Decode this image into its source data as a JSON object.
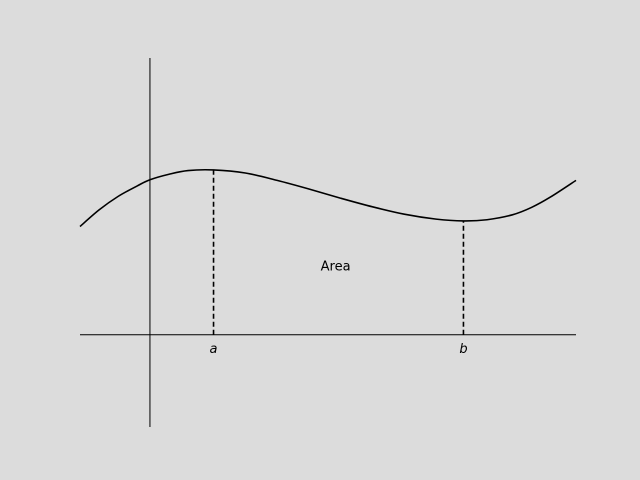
{
  "chart_data": {
    "type": "line",
    "title": "",
    "xlabel": "",
    "ylabel": "",
    "xlim": [
      -1.1,
      6.7
    ],
    "ylim": [
      -1.5,
      4.5
    ],
    "grid": false,
    "bounds": [
      {
        "label": "a",
        "x": 1.0
      },
      {
        "label": "b",
        "x": 4.93
      }
    ],
    "annotation": {
      "text": "Area",
      "x": 2.92,
      "y": 1.13
    },
    "series": [
      {
        "x": [
          -1.1,
          -0.8,
          -0.5,
          -0.2,
          0.0,
          0.3,
          0.6,
          1.0,
          1.5,
          2.0,
          2.5,
          3.0,
          3.5,
          4.0,
          4.5,
          4.93,
          5.3,
          5.7,
          6.0,
          6.3,
          6.7
        ],
        "y": [
          1.76,
          2.03,
          2.25,
          2.42,
          2.52,
          2.61,
          2.67,
          2.68,
          2.63,
          2.51,
          2.37,
          2.22,
          2.08,
          1.96,
          1.88,
          1.85,
          1.87,
          1.95,
          2.07,
          2.24,
          2.51
        ]
      }
    ]
  }
}
